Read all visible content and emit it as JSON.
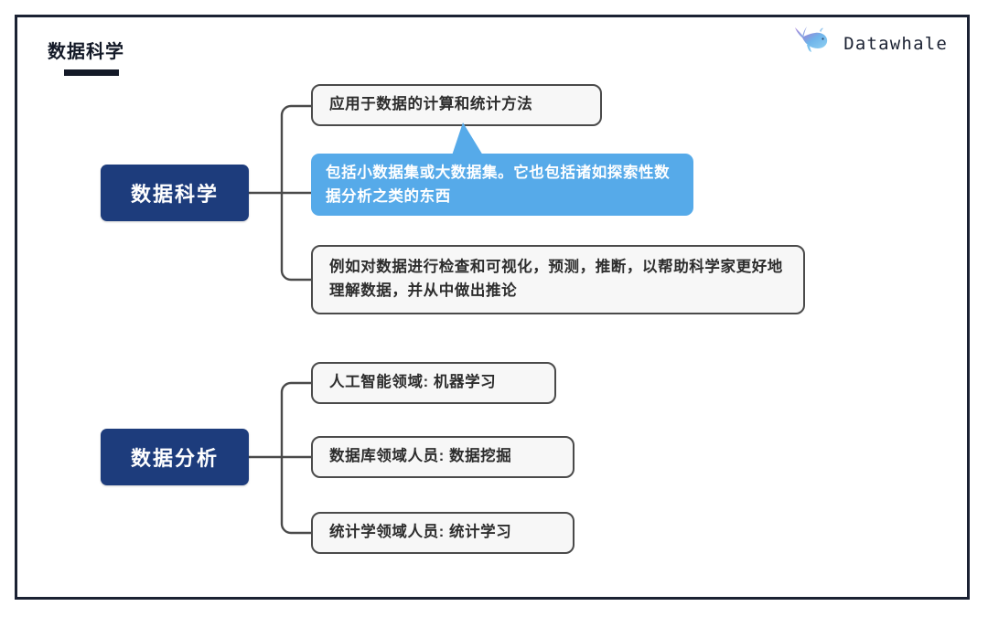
{
  "header": {
    "title": "数据科学",
    "brand_name": "Datawhale",
    "brand_icon": "whale-logo-icon"
  },
  "colors": {
    "frame_border": "#1b2233",
    "navy_node": "#1d3c7c",
    "gray_node_fill": "#f7f7f7",
    "gray_node_border": "#4a4a4a",
    "callout_blue": "#56aae9",
    "connector": "#4a4a4a",
    "title_text": "#141a28"
  },
  "groups": [
    {
      "root_label": "数据科学",
      "children": [
        {
          "type": "box",
          "label": "应用于数据的计算和统计方法"
        },
        {
          "type": "callout",
          "label": "包括小数据集或大数据集。它也包括诸如探索性数据分析之类的东西"
        },
        {
          "type": "box",
          "label": "例如对数据进行检查和可视化，预测，推断，以帮助科学家更好地理解数据，并从中做出推论"
        }
      ]
    },
    {
      "root_label": "数据分析",
      "children": [
        {
          "type": "box",
          "label": "人工智能领域: 机器学习"
        },
        {
          "type": "box",
          "label": "数据库领域人员: 数据挖掘"
        },
        {
          "type": "box",
          "label": "统计学领域人员: 统计学习"
        }
      ]
    }
  ]
}
